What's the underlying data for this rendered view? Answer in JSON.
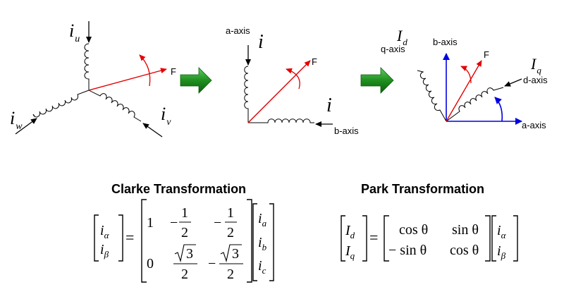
{
  "colors": {
    "vector": "#e30000",
    "axis_blue": "#0000e0",
    "arrow_green": "#1f8f1f",
    "ink": "#000000"
  },
  "diagram1": {
    "i_u": {
      "main": "i",
      "sub": "u"
    },
    "i_v": {
      "main": "i",
      "sub": "v"
    },
    "i_w": {
      "main": "i",
      "sub": "w"
    },
    "force_label": "F"
  },
  "diagram2": {
    "a_axis_label": "a-axis",
    "b_axis_label": "b-axis",
    "i_top": "i",
    "i_right": "i",
    "force_label": "F"
  },
  "diagram3": {
    "I_d": {
      "main": "I",
      "sub": "d"
    },
    "I_q": {
      "main": "I",
      "sub": "q"
    },
    "q_axis_label": "q-axis",
    "d_axis_label": "d-axis",
    "b_axis_label": "b-axis",
    "a_axis_label": "a-axis",
    "force_label": "F"
  },
  "clarke": {
    "title": "Clarke Transformation",
    "lhs": [
      [
        "i",
        "α"
      ],
      [
        "i",
        "β"
      ]
    ],
    "matrix_row1": [
      "1",
      "1",
      "2",
      "1",
      "2"
    ],
    "matrix_row2": [
      "0",
      "3",
      "2",
      "3",
      "2"
    ],
    "rhs": [
      [
        "i",
        "a"
      ],
      [
        "i",
        "b"
      ],
      [
        "i",
        "c"
      ]
    ],
    "equals": "=",
    "minus": "−"
  },
  "park": {
    "title": "Park Transformation",
    "lhs": [
      [
        "I",
        "d"
      ],
      [
        "I",
        "q"
      ]
    ],
    "m11": "cos θ",
    "m12": "sin θ",
    "m21": "− sin θ",
    "m22": "cos θ",
    "rhs": [
      [
        "i",
        "α"
      ],
      [
        "i",
        "β"
      ]
    ],
    "equals": "="
  }
}
